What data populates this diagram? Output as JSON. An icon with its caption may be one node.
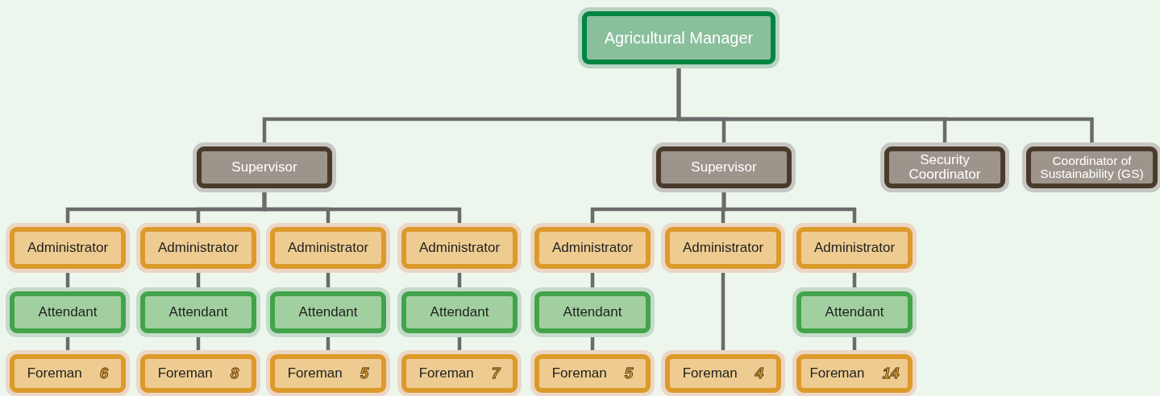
{
  "diagram": {
    "nodes": [
      {
        "text": [
          "Agricultural Manager"
        ]
      },
      {
        "text": [
          "Supervisor"
        ]
      },
      {
        "text": [
          "Supervisor"
        ]
      },
      {
        "text": [
          "Security Coordinator"
        ]
      },
      {
        "text": [
          "Coordinator of Sustainability (GS)"
        ]
      },
      {
        "text": [
          "Administrator"
        ]
      },
      {
        "text": [
          "Administrator"
        ]
      },
      {
        "text": [
          "Administrator"
        ]
      },
      {
        "text": [
          "Administrator"
        ]
      },
      {
        "text": [
          "Administrator"
        ]
      },
      {
        "text": [
          "Administrator"
        ]
      },
      {
        "text": [
          "Administrator"
        ]
      },
      {
        "text": [
          "Attendant"
        ]
      },
      {
        "text": [
          "Attendant"
        ]
      },
      {
        "text": [
          "Attendant"
        ]
      },
      {
        "text": [
          "Attendant"
        ]
      },
      {
        "text": [
          "Attendant"
        ]
      },
      {
        "text": [
          "Attendant"
        ]
      },
      {
        "text": [
          "Foreman",
          "6"
        ]
      },
      {
        "text": [
          "Foreman",
          "8"
        ]
      },
      {
        "text": [
          "Foreman",
          "5"
        ]
      },
      {
        "text": [
          "Foreman",
          "7"
        ]
      },
      {
        "text": [
          "Foreman",
          "5"
        ]
      },
      {
        "text": [
          "Foreman",
          "4"
        ]
      },
      {
        "text": [
          "Foreman",
          "14"
        ]
      }
    ],
    "edges": [
      {
        "from": 0,
        "to": 1,
        "arrow": "none"
      },
      {
        "from": 0,
        "to": 2,
        "arrow": "none"
      },
      {
        "from": 0,
        "to": 3,
        "arrow": "none"
      },
      {
        "from": 0,
        "to": 4,
        "arrow": "none"
      },
      {
        "from": 1,
        "to": 5,
        "arrow": "none"
      },
      {
        "from": 1,
        "to": 6,
        "arrow": "none"
      },
      {
        "from": 1,
        "to": 7,
        "arrow": "none"
      },
      {
        "from": 1,
        "to": 8,
        "arrow": "none"
      },
      {
        "from": 2,
        "to": 9,
        "arrow": "none"
      },
      {
        "from": 2,
        "to": 10,
        "arrow": "none"
      },
      {
        "from": 2,
        "to": 11,
        "arrow": "none"
      },
      {
        "from": 5,
        "to": 12,
        "arrow": "none"
      },
      {
        "from": 6,
        "to": 13,
        "arrow": "none"
      },
      {
        "from": 7,
        "to": 14,
        "arrow": "none"
      },
      {
        "from": 8,
        "to": 15,
        "arrow": "none"
      },
      {
        "from": 9,
        "to": 16,
        "arrow": "none"
      },
      {
        "from": 11,
        "to": 17,
        "arrow": "none"
      },
      {
        "from": 12,
        "to": 18,
        "arrow": "none"
      },
      {
        "from": 13,
        "to": 19,
        "arrow": "none"
      },
      {
        "from": 14,
        "to": 20,
        "arrow": "none"
      },
      {
        "from": 15,
        "to": 21,
        "arrow": "none"
      },
      {
        "from": 16,
        "to": 22,
        "arrow": "none"
      },
      {
        "from": 10,
        "to": 23,
        "arrow": "none"
      },
      {
        "from": 17,
        "to": 24,
        "arrow": "none"
      }
    ]
  }
}
